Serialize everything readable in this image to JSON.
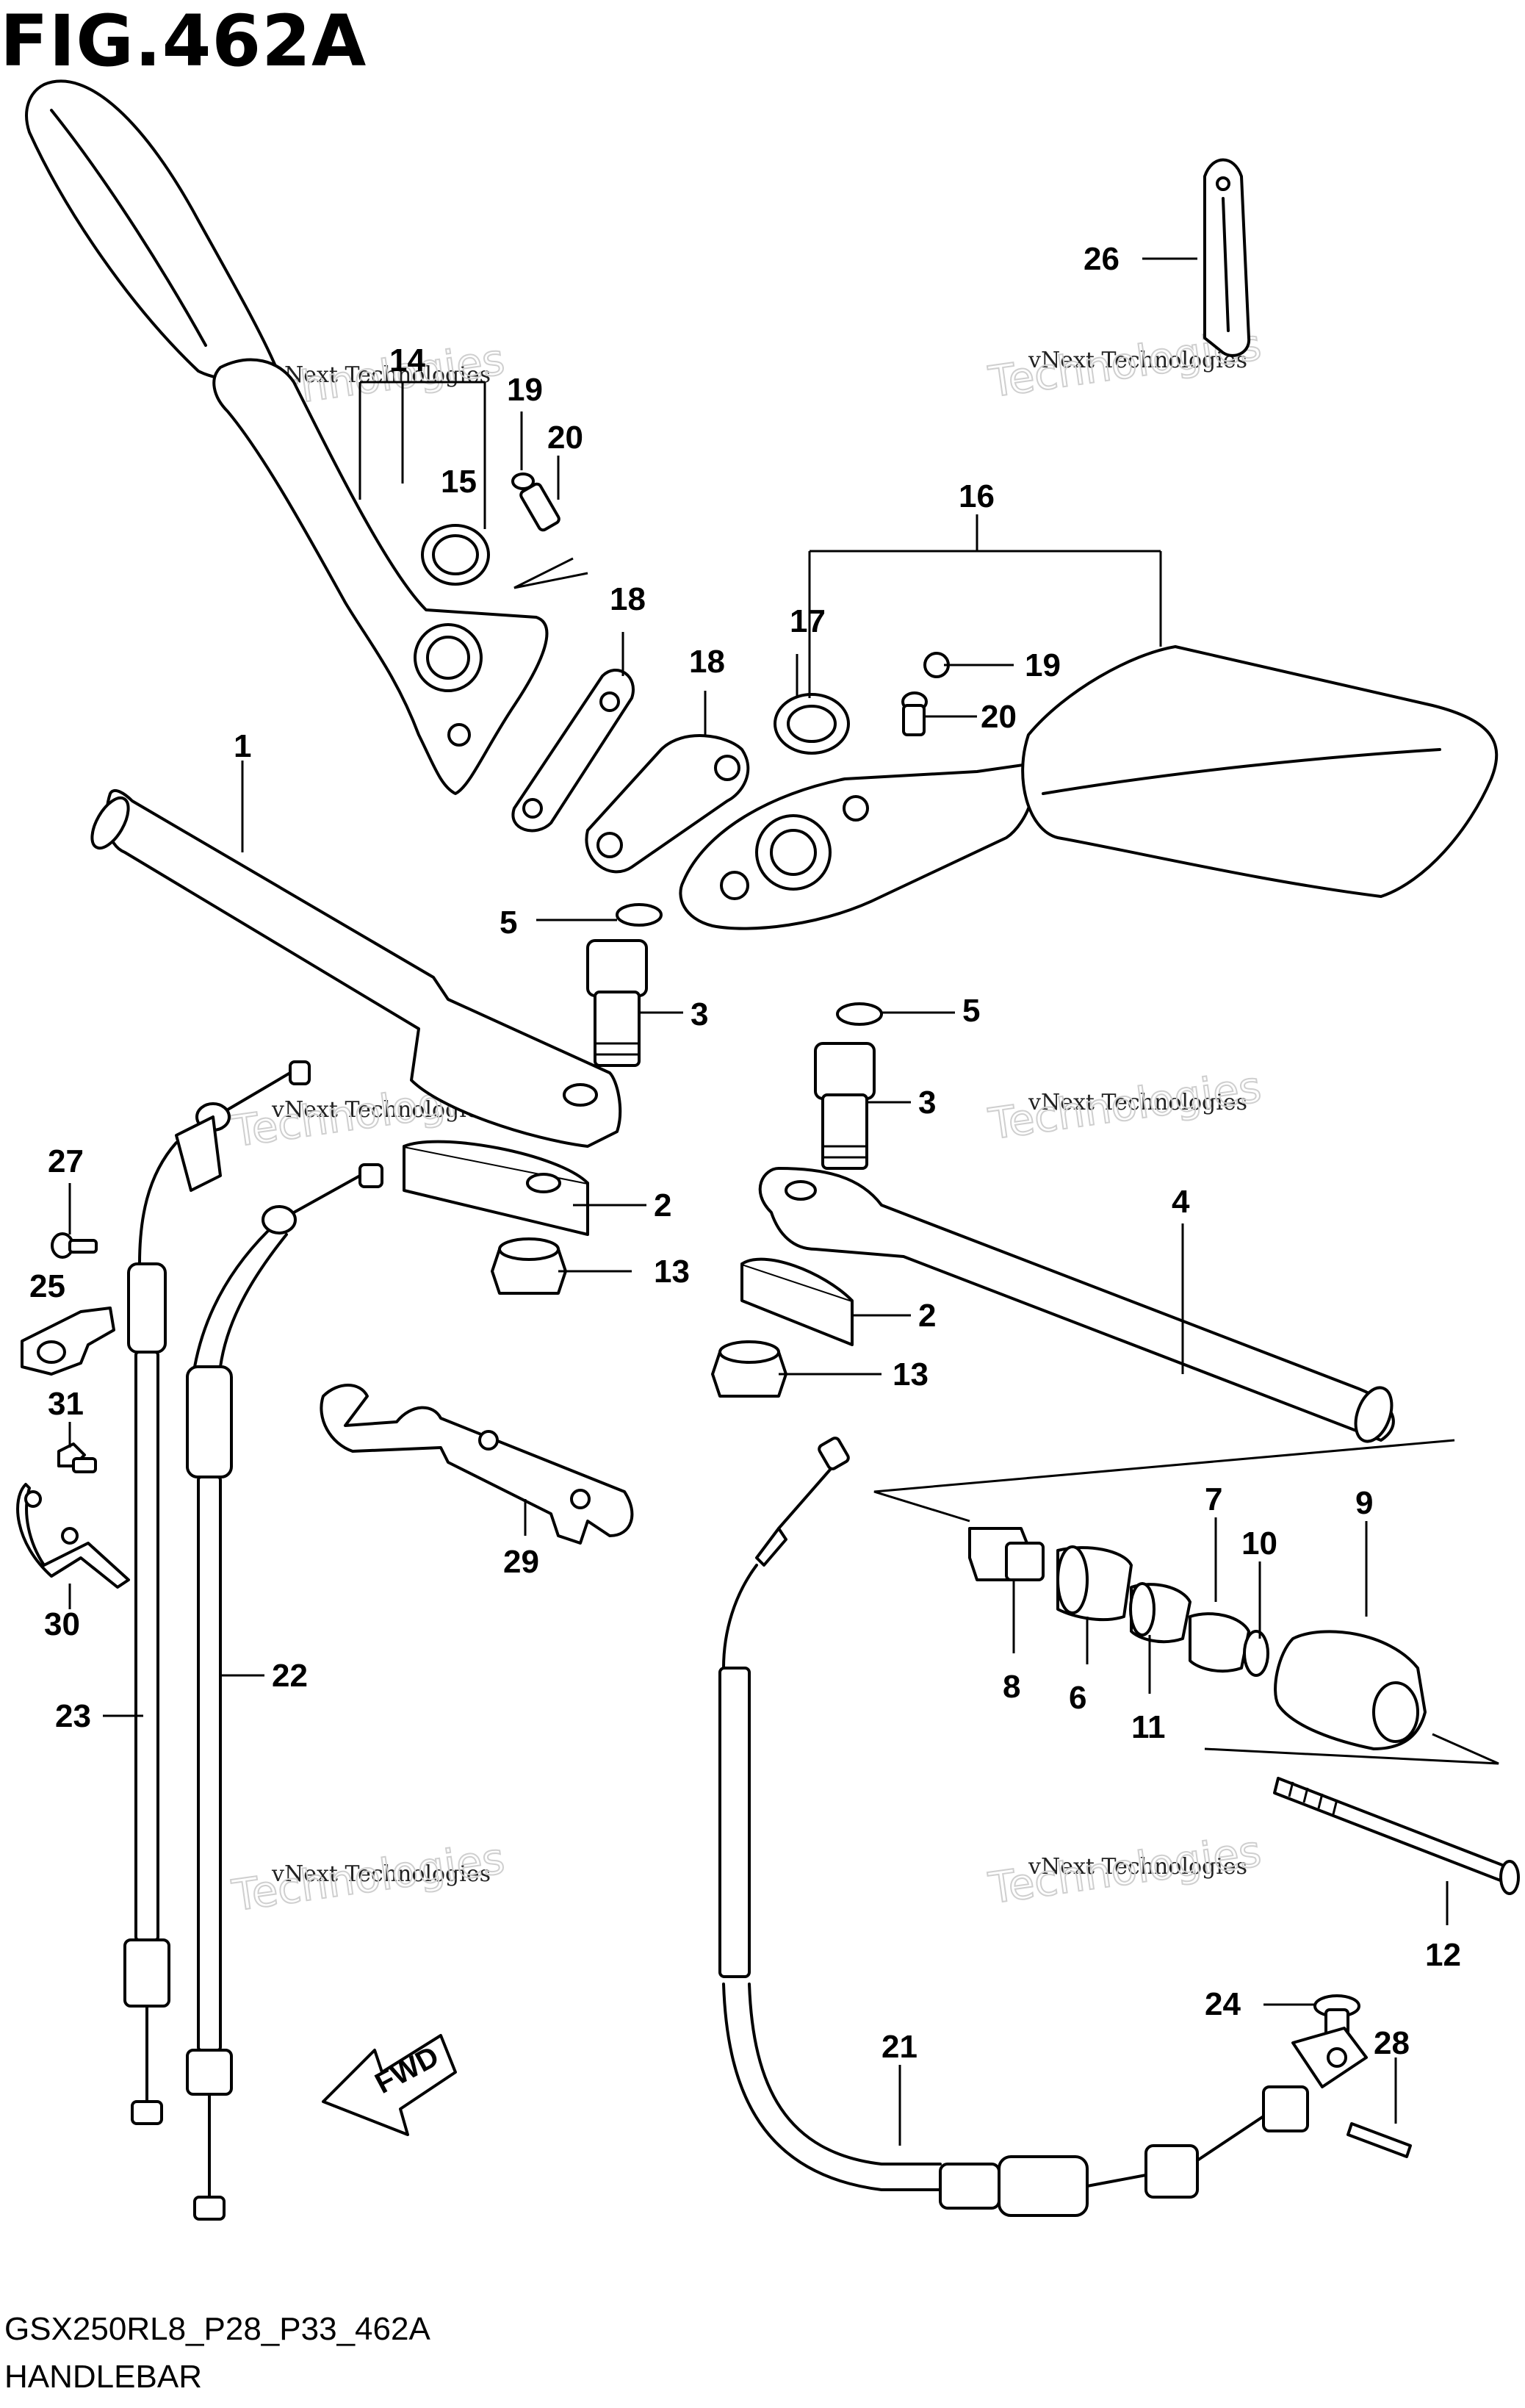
{
  "figure": {
    "title": "FIG.462A",
    "code": "GSX250RL8_P28_P33_462A",
    "name": "HANDLEBAR"
  },
  "watermark": {
    "line1": "vNext Technologies",
    "line2": "Technologies"
  },
  "direction_label": "FWD",
  "callouts": [
    "1",
    "2",
    "2",
    "3",
    "3",
    "4",
    "5",
    "5",
    "6",
    "7",
    "8",
    "9",
    "10",
    "11",
    "12",
    "13",
    "13",
    "14",
    "15",
    "16",
    "17",
    "18",
    "18",
    "19",
    "19",
    "20",
    "20",
    "21",
    "22",
    "23",
    "24",
    "25",
    "26",
    "27",
    "28",
    "29",
    "30",
    "31"
  ]
}
